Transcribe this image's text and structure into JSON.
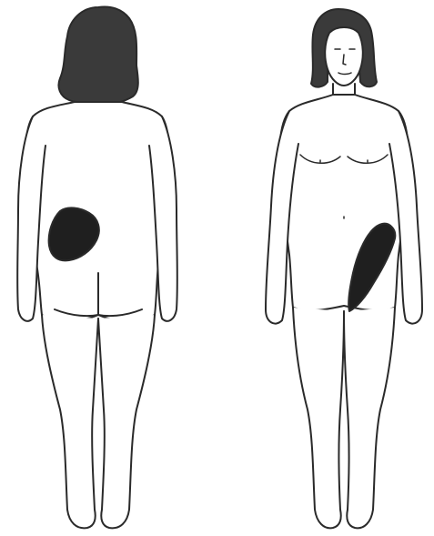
{
  "figure": {
    "views": [
      {
        "view": "back",
        "highlight": "left-lower-back-flank"
      },
      {
        "view": "front",
        "highlight": "left-groin-inner-thigh"
      }
    ],
    "colors": {
      "background": "#ffffff",
      "outline": "#2a2a2a",
      "skin": "#ffffff",
      "hair": "#3a3a3a",
      "highlight": "#1f1f1f"
    }
  }
}
